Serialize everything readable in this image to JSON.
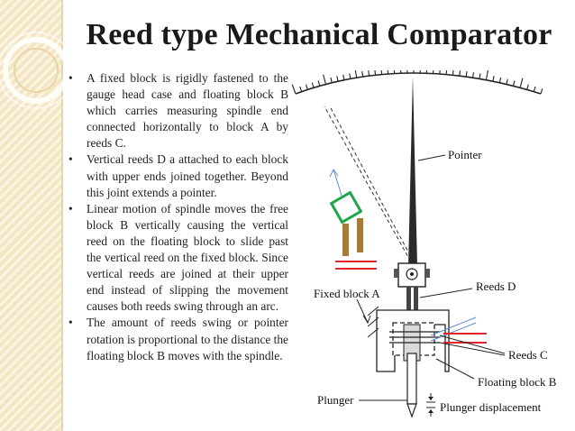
{
  "title": "Reed type Mechanical Comparator",
  "bullets": [
    "A fixed block is rigidly fastened to the gauge head case and floating block B which carries measuring spindle end connected horizontally to block A by reeds C.",
    "Vertical reeds D a attached to each block with upper ends joined together. Beyond this joint extends a pointer.",
    "Linear motion of spindle moves the free block B vertically causing the vertical reed on the floating block to slide past the vertical reed on the fixed block. Since vertical reeds are joined at their upper end instead of slipping the movement causes both reeds swing through an arc.",
    "The amount of reeds swing or pointer rotation is proportional to the distance the floating block B moves with the spindle."
  ],
  "bullet_symbol": "•",
  "diagram": {
    "labels": {
      "pointer": "Pointer",
      "fixed_block": "Fixed block A",
      "reeds_d": "Reeds D",
      "reeds_c": "Reeds C",
      "floating_block": "Floating block B",
      "plunger": "Plunger",
      "plunger_displacement": "Plunger displacement"
    }
  },
  "colors": {
    "sidebar": "#f5e6c3",
    "accent_red": "#e0262a",
    "accent_green": "#1ea64a",
    "accent_blue": "#5b8fd6",
    "reed_brown": "#a67a3a"
  }
}
